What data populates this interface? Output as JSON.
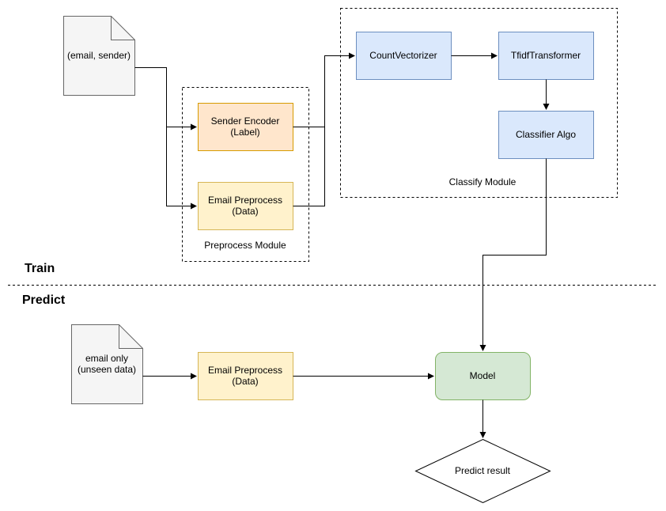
{
  "sections": {
    "train": "Train",
    "predict": "Predict"
  },
  "modules": {
    "preprocess": "Preprocess Module",
    "classify": "Classify Module"
  },
  "nodes": {
    "input_train": "(email, sender)",
    "sender_encoder": "Sender Encoder\n(Label)",
    "email_preprocess_train": "Email Preprocess\n(Data)",
    "count_vectorizer": "CountVectorizer",
    "tfidf_transformer": "TfidfTransformer",
    "classifier_algo": "Classifier Algo",
    "input_predict": "email only\n(unseen data)",
    "email_preprocess_predict": "Email Preprocess\n(Data)",
    "model": "Model",
    "predict_result": "Predict result"
  },
  "colors": {
    "orange_fill": "#ffe6cc",
    "orange_stroke": "#d79b00",
    "yellow_fill": "#fff2cc",
    "yellow_stroke": "#d6b656",
    "blue_fill": "#dae8fc",
    "blue_stroke": "#6c8ebf",
    "green_fill": "#d5e8d4",
    "green_stroke": "#82b366",
    "doc_fill": "#f5f5f5",
    "doc_stroke": "#666666"
  }
}
